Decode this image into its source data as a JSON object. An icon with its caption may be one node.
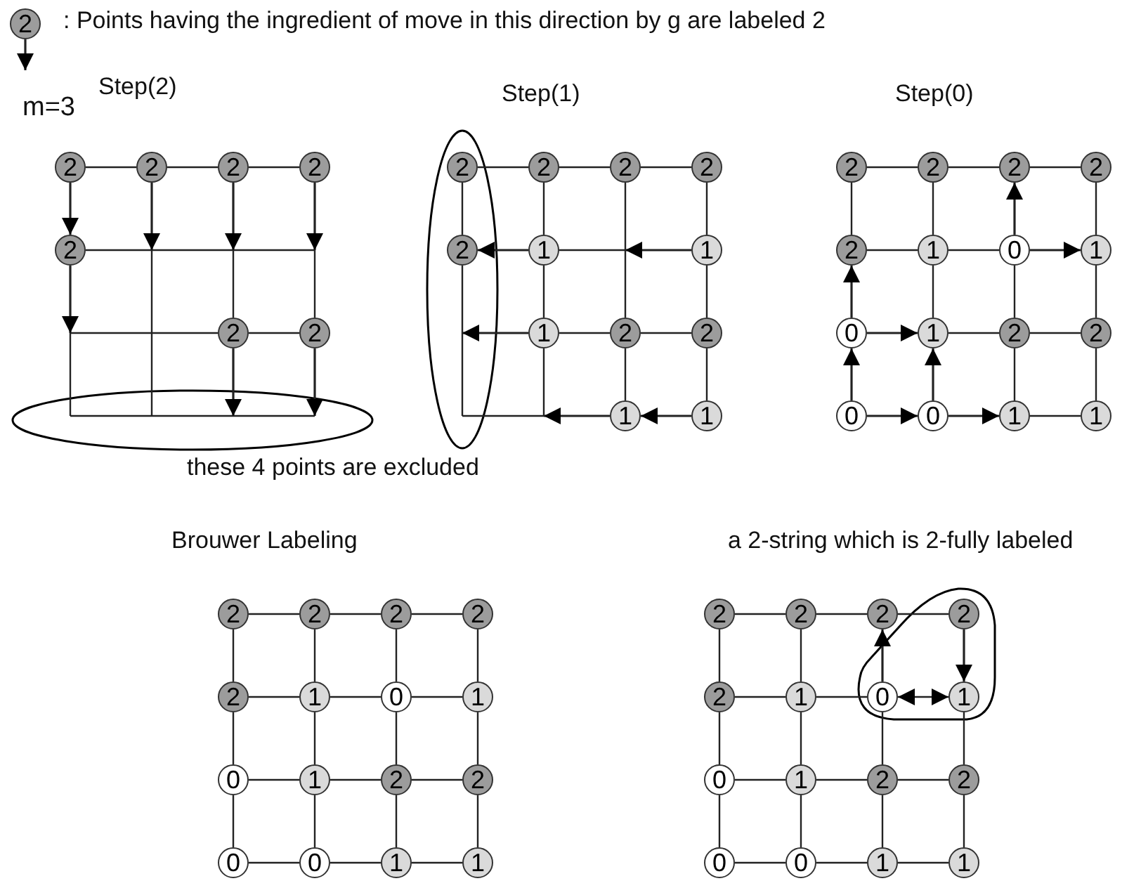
{
  "diagram": {
    "nodes": [
      {
        "text": [
          "2"
        ]
      },
      {
        "text": [
          "2"
        ]
      },
      {
        "text": [
          "2"
        ]
      },
      {
        "text": [
          "2"
        ]
      },
      {
        "text": [
          "2"
        ]
      },
      {
        "text": [
          "2"
        ]
      },
      {
        "text": [
          "2"
        ]
      },
      {
        "text": [
          "2"
        ]
      },
      {
        "text": [
          "2"
        ]
      },
      {
        "text": [
          "2"
        ]
      },
      {
        "text": [
          "2"
        ]
      },
      {
        "text": [
          "2"
        ]
      },
      {
        "text": [
          "2"
        ]
      },
      {
        "text": [
          "1"
        ]
      },
      {
        "text": [
          "1"
        ]
      },
      {
        "text": [
          "1"
        ]
      },
      {
        "text": [
          "2"
        ]
      },
      {
        "text": [
          "2"
        ]
      },
      {
        "text": [
          "1"
        ]
      },
      {
        "text": [
          "1"
        ]
      },
      {
        "text": [
          "2"
        ]
      },
      {
        "text": [
          "2"
        ]
      },
      {
        "text": [
          "2"
        ]
      },
      {
        "text": [
          "2"
        ]
      },
      {
        "text": [
          "2"
        ]
      },
      {
        "text": [
          "1"
        ]
      },
      {
        "text": [
          "0"
        ]
      },
      {
        "text": [
          "1"
        ]
      },
      {
        "text": [
          "0"
        ]
      },
      {
        "text": [
          "1"
        ]
      },
      {
        "text": [
          "2"
        ]
      },
      {
        "text": [
          "2"
        ]
      },
      {
        "text": [
          "0"
        ]
      },
      {
        "text": [
          "0"
        ]
      },
      {
        "text": [
          "1"
        ]
      },
      {
        "text": [
          "1"
        ]
      },
      {
        "text": [
          "2"
        ]
      },
      {
        "text": [
          "2"
        ]
      },
      {
        "text": [
          "2"
        ]
      },
      {
        "text": [
          "2"
        ]
      },
      {
        "text": [
          "2"
        ]
      },
      {
        "text": [
          "1"
        ]
      },
      {
        "text": [
          "0"
        ]
      },
      {
        "text": [
          "1"
        ]
      },
      {
        "text": [
          "0"
        ]
      },
      {
        "text": [
          "1"
        ]
      },
      {
        "text": [
          "2"
        ]
      },
      {
        "text": [
          "2"
        ]
      },
      {
        "text": [
          "0"
        ]
      },
      {
        "text": [
          "0"
        ]
      },
      {
        "text": [
          "1"
        ]
      },
      {
        "text": [
          "1"
        ]
      },
      {
        "text": [
          "2"
        ]
      },
      {
        "text": [
          "2"
        ]
      },
      {
        "text": [
          "2"
        ]
      },
      {
        "text": [
          "2"
        ]
      },
      {
        "text": [
          "2"
        ]
      },
      {
        "text": [
          "1"
        ]
      },
      {
        "text": [
          "0"
        ]
      },
      {
        "text": [
          "1"
        ]
      },
      {
        "text": [
          "0"
        ]
      },
      {
        "text": [
          "1"
        ]
      },
      {
        "text": [
          "2"
        ]
      },
      {
        "text": [
          "2"
        ]
      },
      {
        "text": [
          "0"
        ]
      },
      {
        "text": [
          "0"
        ]
      },
      {
        "text": [
          "1"
        ]
      },
      {
        "text": [
          "1"
        ]
      }
    ],
    "edges": [
      {
        "from": 0,
        "to": null,
        "arrow": "to"
      },
      {
        "from": 1,
        "to": 2,
        "arrow": "none"
      },
      {
        "from": 2,
        "to": 3,
        "arrow": "none"
      },
      {
        "from": 3,
        "to": 4,
        "arrow": "none"
      },
      {
        "from": 5,
        "to": null,
        "arrow": "none"
      },
      {
        "from": 6,
        "to": null,
        "arrow": "none"
      },
      {
        "from": 6,
        "to": 7,
        "arrow": "none"
      },
      {
        "from": 1,
        "to": 5,
        "arrow": "to"
      },
      {
        "from": 2,
        "to": null,
        "arrow": "to"
      },
      {
        "from": 3,
        "to": null,
        "arrow": "to"
      },
      {
        "from": 4,
        "to": null,
        "arrow": "to"
      },
      {
        "from": 5,
        "to": null,
        "arrow": "to"
      },
      {
        "from": 6,
        "to": null,
        "arrow": "none"
      },
      {
        "from": 6,
        "to": null,
        "arrow": "to"
      },
      {
        "from": 7,
        "to": null,
        "arrow": "none"
      },
      {
        "from": 7,
        "to": null,
        "arrow": "to"
      },
      {
        "from": 8,
        "to": 9,
        "arrow": "none"
      },
      {
        "from": 9,
        "to": 10,
        "arrow": "none"
      },
      {
        "from": 10,
        "to": 11,
        "arrow": "none"
      },
      {
        "from": 13,
        "to": 12,
        "arrow": "to"
      },
      {
        "from": 13,
        "to": null,
        "arrow": "none"
      },
      {
        "from": 14,
        "to": null,
        "arrow": "to"
      },
      {
        "from": 15,
        "to": null,
        "arrow": "to"
      },
      {
        "from": 15,
        "to": 16,
        "arrow": "none"
      },
      {
        "from": 16,
        "to": 17,
        "arrow": "none"
      },
      {
        "from": 18,
        "to": null,
        "arrow": "to"
      },
      {
        "from": 19,
        "to": 18,
        "arrow": "to"
      },
      {
        "from": 8,
        "to": 12,
        "arrow": "none"
      },
      {
        "from": 12,
        "to": null,
        "arrow": "none"
      },
      {
        "from": 9,
        "to": 13,
        "arrow": "none"
      },
      {
        "from": 13,
        "to": 15,
        "arrow": "none"
      },
      {
        "from": 15,
        "to": null,
        "arrow": "none"
      },
      {
        "from": 10,
        "to": null,
        "arrow": "none"
      },
      {
        "from": 16,
        "to": null,
        "arrow": "none"
      },
      {
        "from": 16,
        "to": 18,
        "arrow": "none"
      },
      {
        "from": 11,
        "to": 14,
        "arrow": "none"
      },
      {
        "from": 14,
        "to": 17,
        "arrow": "none"
      },
      {
        "from": 17,
        "to": 19,
        "arrow": "none"
      },
      {
        "from": 20,
        "to": 21,
        "arrow": "none"
      },
      {
        "from": 21,
        "to": 22,
        "arrow": "none"
      },
      {
        "from": 22,
        "to": 23,
        "arrow": "none"
      },
      {
        "from": 24,
        "to": 25,
        "arrow": "none"
      },
      {
        "from": 25,
        "to": 26,
        "arrow": "none"
      },
      {
        "from": 26,
        "to": 27,
        "arrow": "to"
      },
      {
        "from": 28,
        "to": 29,
        "arrow": "to"
      },
      {
        "from": 29,
        "to": 30,
        "arrow": "none"
      },
      {
        "from": 30,
        "to": 31,
        "arrow": "none"
      },
      {
        "from": 32,
        "to": 33,
        "arrow": "to"
      },
      {
        "from": 33,
        "to": 34,
        "arrow": "to"
      },
      {
        "from": 34,
        "to": 35,
        "arrow": "none"
      },
      {
        "from": 20,
        "to": 24,
        "arrow": "none"
      },
      {
        "from": 28,
        "to": 24,
        "arrow": "to"
      },
      {
        "from": 32,
        "to": 28,
        "arrow": "to"
      },
      {
        "from": 21,
        "to": 25,
        "arrow": "none"
      },
      {
        "from": 25,
        "to": 29,
        "arrow": "none"
      },
      {
        "from": 33,
        "to": 29,
        "arrow": "to"
      },
      {
        "from": 26,
        "to": 22,
        "arrow": "to"
      },
      {
        "from": 26,
        "to": 30,
        "arrow": "none"
      },
      {
        "from": 30,
        "to": 34,
        "arrow": "none"
      },
      {
        "from": 23,
        "to": 27,
        "arrow": "none"
      },
      {
        "from": 27,
        "to": 31,
        "arrow": "none"
      },
      {
        "from": 31,
        "to": 35,
        "arrow": "none"
      },
      {
        "from": 36,
        "to": 37,
        "arrow": "none"
      },
      {
        "from": 37,
        "to": 38,
        "arrow": "none"
      },
      {
        "from": 38,
        "to": 39,
        "arrow": "none"
      },
      {
        "from": 40,
        "to": 41,
        "arrow": "none"
      },
      {
        "from": 41,
        "to": 42,
        "arrow": "none"
      },
      {
        "from": 42,
        "to": 43,
        "arrow": "none"
      },
      {
        "from": 44,
        "to": 45,
        "arrow": "none"
      },
      {
        "from": 45,
        "to": 46,
        "arrow": "none"
      },
      {
        "from": 46,
        "to": 47,
        "arrow": "none"
      },
      {
        "from": 48,
        "to": 49,
        "arrow": "none"
      },
      {
        "from": 49,
        "to": 50,
        "arrow": "none"
      },
      {
        "from": 50,
        "to": 51,
        "arrow": "none"
      },
      {
        "from": 36,
        "to": 40,
        "arrow": "none"
      },
      {
        "from": 40,
        "to": 44,
        "arrow": "none"
      },
      {
        "from": 44,
        "to": 48,
        "arrow": "none"
      },
      {
        "from": 37,
        "to": 41,
        "arrow": "none"
      },
      {
        "from": 41,
        "to": 45,
        "arrow": "none"
      },
      {
        "from": 45,
        "to": 49,
        "arrow": "none"
      },
      {
        "from": 38,
        "to": 42,
        "arrow": "none"
      },
      {
        "from": 42,
        "to": 46,
        "arrow": "none"
      },
      {
        "from": 46,
        "to": 50,
        "arrow": "none"
      },
      {
        "from": 39,
        "to": 43,
        "arrow": "none"
      },
      {
        "from": 43,
        "to": 47,
        "arrow": "none"
      },
      {
        "from": 47,
        "to": 51,
        "arrow": "none"
      },
      {
        "from": 52,
        "to": 53,
        "arrow": "none"
      },
      {
        "from": 53,
        "to": 54,
        "arrow": "none"
      },
      {
        "from": 54,
        "to": 55,
        "arrow": "none"
      },
      {
        "from": 56,
        "to": 57,
        "arrow": "none"
      },
      {
        "from": 57,
        "to": 58,
        "arrow": "none"
      },
      {
        "from": 58,
        "to": 59,
        "arrow": "both"
      },
      {
        "from": 60,
        "to": 61,
        "arrow": "none"
      },
      {
        "from": 61,
        "to": 62,
        "arrow": "none"
      },
      {
        "from": 62,
        "to": 63,
        "arrow": "none"
      },
      {
        "from": 64,
        "to": 65,
        "arrow": "none"
      },
      {
        "from": 65,
        "to": 66,
        "arrow": "none"
      },
      {
        "from": 66,
        "to": 67,
        "arrow": "none"
      },
      {
        "from": 52,
        "to": 56,
        "arrow": "none"
      },
      {
        "from": 56,
        "to": 60,
        "arrow": "none"
      },
      {
        "from": 60,
        "to": 64,
        "arrow": "none"
      },
      {
        "from": 53,
        "to": 57,
        "arrow": "none"
      },
      {
        "from": 57,
        "to": 61,
        "arrow": "none"
      },
      {
        "from": 61,
        "to": 65,
        "arrow": "none"
      },
      {
        "from": 58,
        "to": 54,
        "arrow": "to"
      },
      {
        "from": 58,
        "to": 62,
        "arrow": "none"
      },
      {
        "from": 62,
        "to": 66,
        "arrow": "none"
      },
      {
        "from": 55,
        "to": 59,
        "arrow": "to"
      },
      {
        "from": 59,
        "to": 63,
        "arrow": "none"
      },
      {
        "from": 63,
        "to": 67,
        "arrow": "none"
      }
    ],
    "labels": [
      "m=3",
      "Step(2)",
      "Step(1)",
      "Step(0)",
      "these 4 points are excluded",
      "Brouwer Labeling",
      "a 2-string which is 2-fully labeled"
    ],
    "legend": [
      {
        "text": ": Points having the ingredient of move in this direction by g are labeled 2"
      }
    ]
  }
}
